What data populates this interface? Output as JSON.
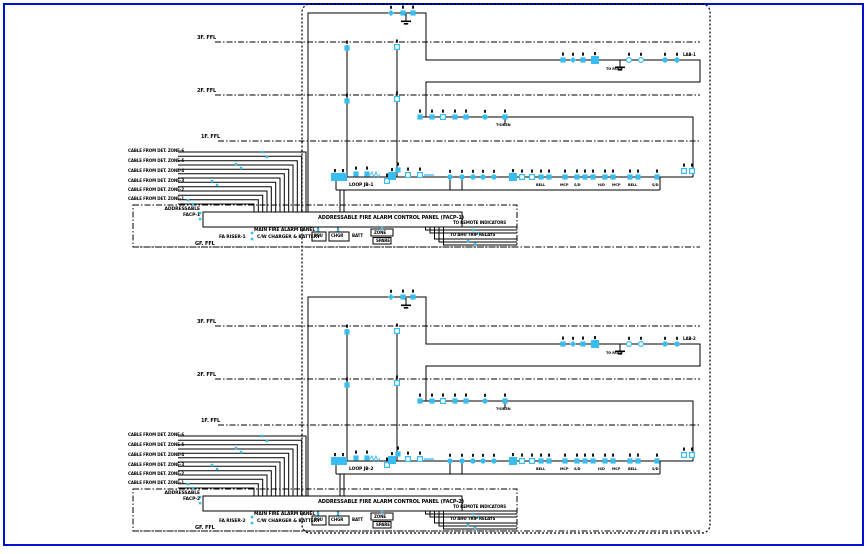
{
  "colors": {
    "line": "#000000",
    "device": "#38bdf0",
    "frame": "#0010c8",
    "background": "#ffffff"
  },
  "sections": [
    {
      "floors": {
        "f3": "3F. FFL",
        "f2": "2F. FFL",
        "f1": "1F. FFL",
        "f0": "GF. FFL"
      },
      "section_label": "FA RISER-1",
      "zones": [
        "CABLE FROM DET. ZONE-6",
        "CABLE FROM DET. ZONE-5",
        "CABLE FROM DET. ZONE-4",
        "CABLE FROM DET. ZONE-3",
        "CABLE FROM DET. ZONE-2",
        "CABLE FROM DET. ZONE-1"
      ],
      "panel": {
        "side1": "ADDRESSABLE",
        "side2": "FACP-1",
        "title": "ADDRESSABLE FIRE ALARM CONTROL PANEL (FACP-1)",
        "note1": "MAIN FIRE ALARM PANEL",
        "note2": "C/W CHARGER & BATTERY",
        "box_a": "PSU",
        "box_b": "CHGR",
        "box_c": "BATT",
        "box_d1": "ZONE",
        "box_d2": "SPARE"
      },
      "right_links": {
        "group1": "TO REMOTE INDICATORS",
        "group2": "TO AHU TRIP RELAYS"
      },
      "lab_label": "LAB-1",
      "to_roof": "TO ROOF",
      "t_label": "T-SIREN",
      "bus_label": "LOOP JB-1",
      "bus_devices": [
        "BELL",
        "MCP",
        "S/D",
        "H/D",
        "MCP",
        "BELL",
        "S/D"
      ]
    },
    {
      "floors": {
        "f3": "3F. FFL",
        "f2": "2F. FFL",
        "f1": "1F. FFL",
        "f0": "GF. FFL"
      },
      "section_label": "FA RISER-2",
      "zones": [
        "CABLE FROM DET. ZONE-6",
        "CABLE FROM DET. ZONE-5",
        "CABLE FROM DET. ZONE-4",
        "CABLE FROM DET. ZONE-3",
        "CABLE FROM DET. ZONE-2",
        "CABLE FROM DET. ZONE-1"
      ],
      "panel": {
        "side1": "ADDRESSABLE",
        "side2": "FACP-2",
        "title": "ADDRESSABLE FIRE ALARM CONTROL PANEL (FACP-2)",
        "note1": "MAIN FIRE ALARM PANEL",
        "note2": "C/W CHARGER & BATTERY",
        "box_a": "PSU",
        "box_b": "CHGR",
        "box_c": "BATT",
        "box_d1": "ZONE",
        "box_d2": "SPARE"
      },
      "right_links": {
        "group1": "TO REMOTE INDICATORS",
        "group2": "TO AHU TRIP RELAYS"
      },
      "lab_label": "LAB-2",
      "to_roof": "TO ROOF",
      "t_label": "T-SIREN",
      "bus_label": "LOOP JB-2",
      "bus_devices": [
        "BELL",
        "MCP",
        "S/D",
        "H/D",
        "MCP",
        "BELL",
        "S/D"
      ]
    }
  ]
}
